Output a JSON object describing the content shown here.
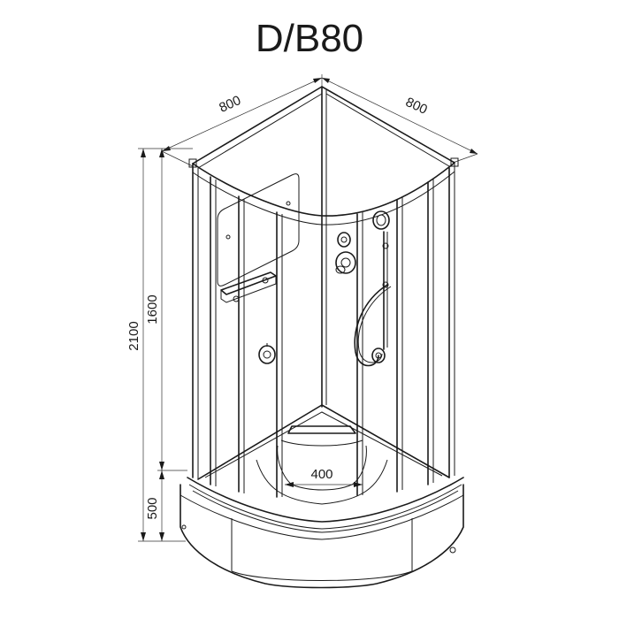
{
  "title": "D/B80",
  "dimensions": {
    "width_left": "800",
    "width_right": "800",
    "total_height": "2100",
    "glass_height": "1600",
    "tray_height": "500",
    "door_width": "400"
  },
  "colors": {
    "line": "#1a1a1a",
    "background": "#ffffff"
  }
}
